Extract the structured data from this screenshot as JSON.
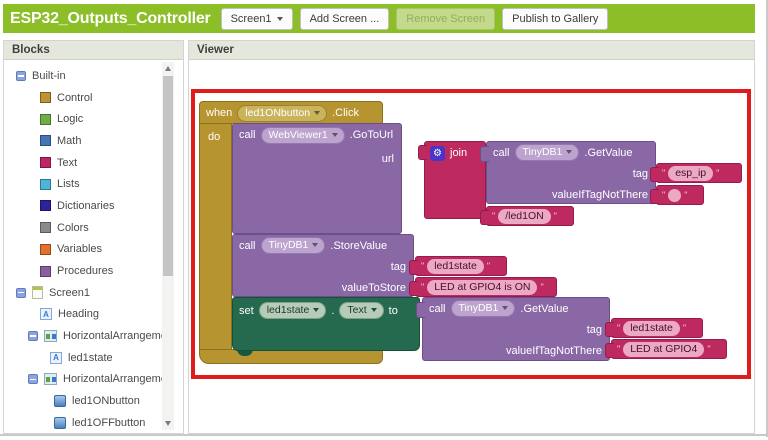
{
  "topbar": {
    "title": "ESP32_Outputs_Controller",
    "screen_selector": "Screen1",
    "add_screen": "Add Screen ...",
    "remove_screen": "Remove Screen",
    "publish": "Publish to Gallery"
  },
  "panels": {
    "blocks": "Blocks",
    "viewer": "Viewer"
  },
  "palette": {
    "section": "Built-in",
    "items": [
      {
        "label": "Control",
        "color": "#BE9334"
      },
      {
        "label": "Logic",
        "color": "#6FAE44"
      },
      {
        "label": "Math",
        "color": "#4675B6"
      },
      {
        "label": "Text",
        "color": "#C02762"
      },
      {
        "label": "Lists",
        "color": "#4CB5D8"
      },
      {
        "label": "Dictionaries",
        "color": "#2D219E"
      },
      {
        "label": "Colors",
        "color": "#8A8A8A"
      },
      {
        "label": "Variables",
        "color": "#E2702B"
      },
      {
        "label": "Procedures",
        "color": "#8A5FA0"
      }
    ]
  },
  "tree": {
    "screen": "Screen1",
    "heading": "Heading",
    "arrangement1": "HorizontalArrangemer",
    "led1state": "led1state",
    "arrangement2": "HorizontalArrangemer",
    "led1on": "led1ONbutton",
    "led1off": "led1OFFbutton"
  },
  "blocks": {
    "quote": "\"",
    "when_block": {
      "kw": "when",
      "component": "led1ONbutton",
      "event": ".Click",
      "do_kw": "do"
    },
    "gotourl": {
      "kw": "call",
      "component": "WebViewer1",
      "method": ".GoToUrl",
      "param": "url"
    },
    "join": {
      "label": "join"
    },
    "getvalue_ip": {
      "kw": "call",
      "component": "TinyDB1",
      "method": ".GetValue",
      "tag_label": "tag",
      "notthere_label": "valueIfTagNotThere",
      "tag_value": "esp_ip",
      "notthere_value": ""
    },
    "url_suffix": "/led1ON",
    "storevalue": {
      "kw": "call",
      "component": "TinyDB1",
      "method": ".StoreValue",
      "tag_label": "tag",
      "value_label": "valueToStore",
      "tag_value": "led1state",
      "value": "LED at GPIO4 is ON"
    },
    "setter": {
      "kw": "set",
      "component": "led1state",
      "dot": ".",
      "property": "Text",
      "to_kw": "to"
    },
    "getvalue_state": {
      "kw": "call",
      "component": "TinyDB1",
      "method": ".GetValue",
      "tag_label": "tag",
      "notthere_label": "valueIfTagNotThere",
      "tag_value": "led1state",
      "notthere_value": "LED at GPIO4"
    }
  },
  "icons": {
    "gear": "⚙",
    "label_letter": "A"
  }
}
